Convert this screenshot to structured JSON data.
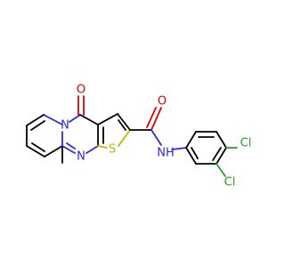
{
  "atom_labels": {
    "oxygen_ketone": "O",
    "oxygen_amide": "O",
    "nitrogen_ring_fusion": "N",
    "nitrogen_ring": "N",
    "sulfur": "S",
    "amide_nh": "NH",
    "chlorine_upper": "Cl",
    "chlorine_lower": "Cl"
  },
  "colors": {
    "carbon_bond": "#000000",
    "nitrogen": "#2b2bd9",
    "oxygen": "#e00000",
    "sulfur": "#b8b800",
    "chlorine": "#21a021"
  }
}
